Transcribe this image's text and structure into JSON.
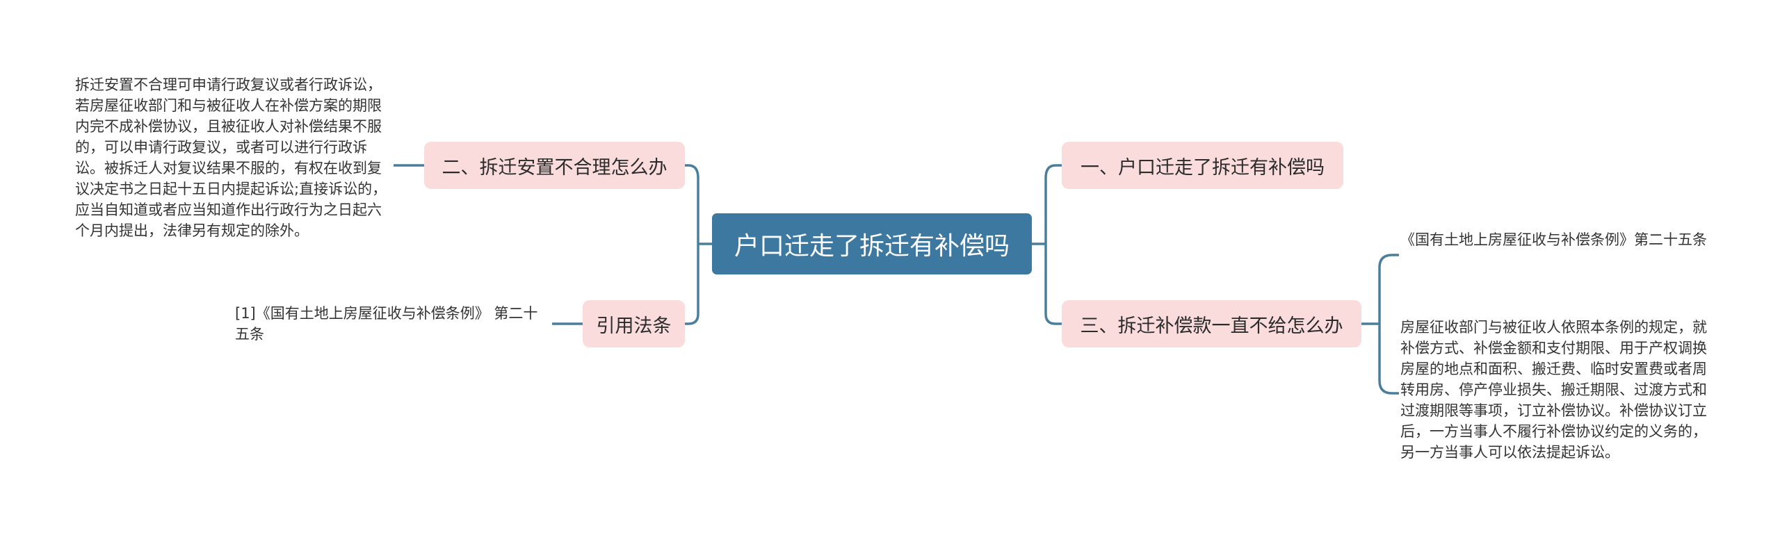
{
  "root": {
    "label": "户口迁走了拆迁有补偿吗"
  },
  "topics": {
    "left_1": "二、拆迁安置不合理怎么办",
    "left_2": "引用法条",
    "right_1": "一、户口迁走了拆迁有补偿吗",
    "right_2": "三、拆迁补偿款一直不给怎么办"
  },
  "leaves": {
    "left_1": "拆迁安置不合理可申请行政复议或者行政诉讼，若房屋征收部门和与被征收人在补偿方案的期限内完不成补偿协议，且被征收人对补偿结果不服的，可以申请行政复议，或者可以进行行政诉讼。被拆迁人对复议结果不服的，有权在收到复议决定书之日起十五日内提起诉讼;直接诉讼的，应当自知道或者应当知道作出行政行为之日起六个月内提出，法律另有规定的除外。",
    "left_2": "[1]《国有土地上房屋征收与补偿条例》 第二十五条",
    "right_1": "《国有土地上房屋征收与补偿条例》第二十五条",
    "right_2": "房屋征收部门与被征收人依照本条例的规定，就补偿方式、补偿金额和支付期限、用于产权调换房屋的地点和面积、搬迁费、临时安置费或者周转用房、停产停业损失、搬迁期限、过渡方式和过渡期限等事项，订立补偿协议。补偿协议订立后，一方当事人不履行补偿协议约定的义务的，另一方当事人可以依法提起诉讼。"
  },
  "colors": {
    "root_fill": "#3d78a1",
    "topic_fill": "#fbdcdc",
    "connector": "#4a7f9c"
  }
}
